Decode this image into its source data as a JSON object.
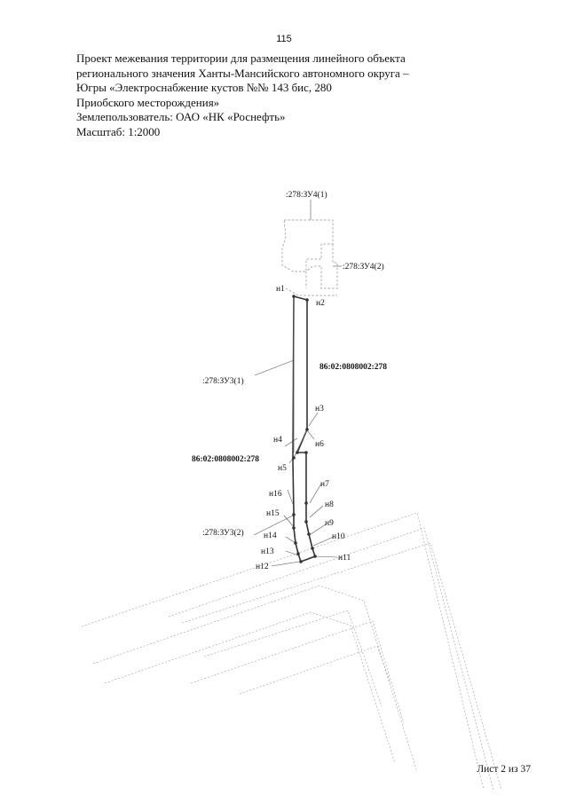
{
  "page_number": "115",
  "header": {
    "lines": [
      "Проект межевания территории для размещения линейного объекта",
      "регионального значения Ханты-Мансийского автономного округа –",
      "Югры «Электроснабжение кустов №№ 143 бис, 280",
      "Приобского месторождения»",
      "Землепользователь: ОАО «НК «Роснефть»",
      "Масштаб: 1:2000"
    ]
  },
  "map": {
    "labels": {
      "zu4_1": ":278:ЗУ4(1)",
      "zu4_2": ":278:ЗУ4(2)",
      "zu3_1": ":278:ЗУ3(1)",
      "zu3_2": ":278:ЗУ3(2)",
      "cad_right": "86:02:0808002:278",
      "cad_left": "86:02:0808002:278"
    },
    "points": {
      "n1": "н1",
      "n2": "н2",
      "n3": "н3",
      "n4": "н4",
      "n5": "н5",
      "n6": "н6",
      "n7": "н7",
      "n8": "н8",
      "n9": "н9",
      "n10": "н10",
      "n11": "н11",
      "n12": "н12",
      "n13": "н13",
      "n14": "н14",
      "n15": "н15",
      "n16": "н16"
    }
  },
  "footer": "Лист 2 из 37"
}
